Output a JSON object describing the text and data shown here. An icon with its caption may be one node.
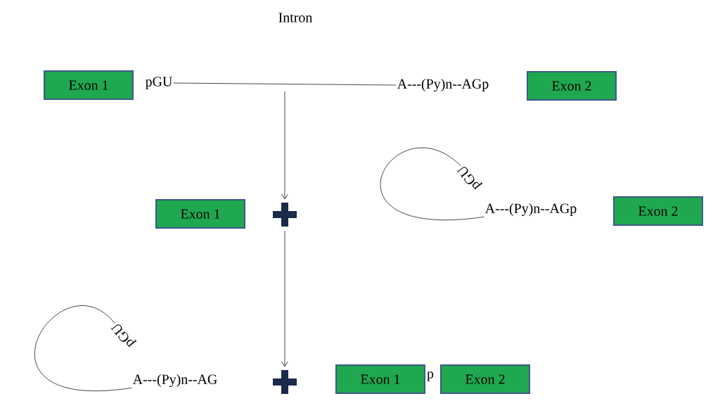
{
  "diagram": {
    "nodes": [
      {
        "text": [
          "Exon 1"
        ]
      },
      {
        "text": [
          "pGU"
        ]
      },
      {
        "text": [
          "A---(Py)n--AGp"
        ]
      },
      {
        "text": [
          "Exon 2"
        ]
      },
      {
        "text": [
          "Exon 1"
        ]
      },
      {
        "text": [],
        "shape": "cross"
      },
      {
        "text": [
          "pGU"
        ]
      },
      {
        "text": [
          "A---(Py)n--AGp"
        ]
      },
      {
        "text": [
          "Exon 2"
        ]
      },
      {
        "text": [
          "pGU"
        ]
      },
      {
        "text": [
          "A---(Py)n--AG"
        ]
      },
      {
        "text": [],
        "shape": "cross"
      },
      {
        "text": [
          "Exon 1"
        ]
      },
      {
        "text": [
          "p"
        ]
      },
      {
        "text": [
          "Exon 2"
        ]
      }
    ],
    "edges": [
      {
        "from": 1,
        "to": 2,
        "arrow": "none"
      },
      {
        "from": null,
        "to": 5,
        "arrow": "to"
      },
      {
        "from": 5,
        "to": 11,
        "arrow": "to"
      },
      {
        "from": 6,
        "to": 7,
        "arrow": "none"
      },
      {
        "from": 9,
        "to": 10,
        "arrow": "none"
      }
    ],
    "labels": [
      "Intron"
    ]
  }
}
